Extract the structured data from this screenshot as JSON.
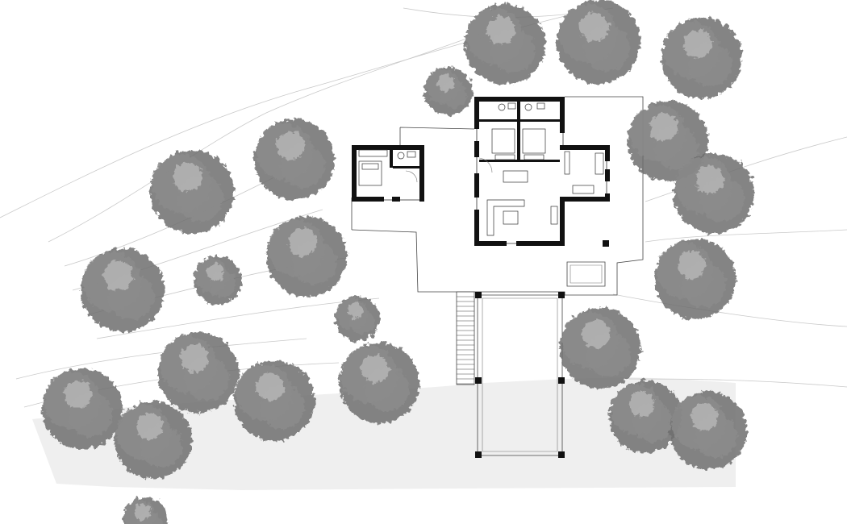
{
  "drawing": {
    "kind": "site-plan",
    "has_text_labels": false
  },
  "colors": {
    "background": "#ffffff",
    "tree_dark": "#6f6f6f",
    "tree_mid": "#8c8c8c",
    "tree_light": "#b5b5b5",
    "wall": "#111111",
    "outline": "#444444",
    "contour": "#c9c9c9",
    "ground": "#efefef"
  },
  "trees": [
    {
      "id": "tree-01"
    },
    {
      "id": "tree-02"
    },
    {
      "id": "tree-03"
    },
    {
      "id": "tree-04"
    },
    {
      "id": "tree-05"
    },
    {
      "id": "tree-06"
    },
    {
      "id": "tree-07"
    },
    {
      "id": "tree-08"
    },
    {
      "id": "tree-09"
    },
    {
      "id": "tree-10"
    },
    {
      "id": "tree-11"
    },
    {
      "id": "tree-12"
    },
    {
      "id": "tree-13"
    },
    {
      "id": "tree-14"
    },
    {
      "id": "tree-15"
    },
    {
      "id": "tree-16"
    },
    {
      "id": "tree-17"
    },
    {
      "id": "tree-18"
    },
    {
      "id": "tree-19"
    },
    {
      "id": "tree-20"
    },
    {
      "id": "tree-21"
    },
    {
      "id": "tree-22"
    },
    {
      "id": "tree-23"
    },
    {
      "id": "tree-24"
    }
  ],
  "buildings": [
    {
      "id": "main-house",
      "rooms": [
        "bedroom-1",
        "bedroom-2",
        "bathroom-1",
        "bathroom-2",
        "kitchen",
        "dining",
        "living"
      ]
    },
    {
      "id": "guest-house",
      "rooms": [
        "bedroom",
        "bathroom"
      ]
    }
  ]
}
